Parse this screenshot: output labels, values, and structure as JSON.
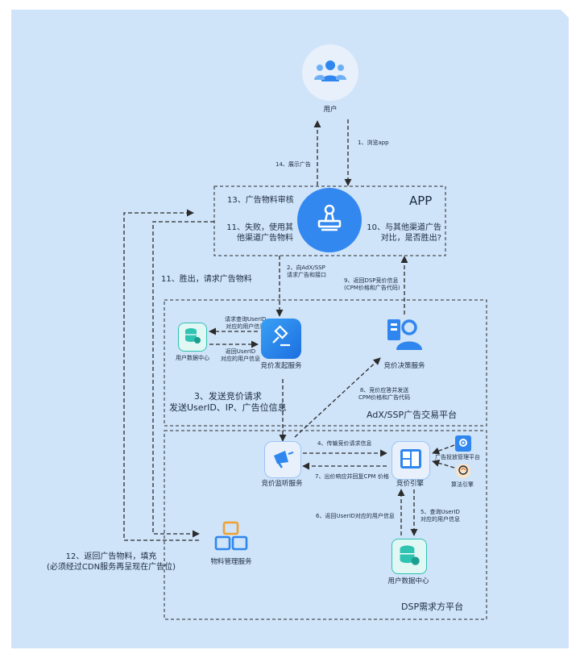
{
  "user": {
    "label": "用户"
  },
  "app": {
    "title": "APP",
    "audit": "13、广告物料审核",
    "fail_line1": "11、失败，使用其",
    "fail_line2": "他渠道广告物料",
    "compare_line1": "10、与其他渠道广告",
    "compare_line2": "对比，是否胜出?"
  },
  "arrows": {
    "browse": "1、浏览app",
    "display": "14、展示广告",
    "request_line1": "2、向AdX/SSP",
    "request_line2": "请求广告和接口",
    "return_dsp_line1": "9、返回DSP竞价信息",
    "return_dsp_line2": "(CPM价格和广告代码)",
    "win": "11、胜出，请求广告物料",
    "query_user_line1": "请求查询UserID",
    "query_user_line2": "对应的用户信息",
    "return_user_line1": "返回UserID",
    "return_user_line2": "对应的用户信息",
    "send_bid_line1": "3、发送竞价请求",
    "send_bid_line2": "发送UserID、IP、广告位信息",
    "bid_reply_line1": "8、竞价应答并发送",
    "bid_reply_line2": "CPM价格和广告代码",
    "transmit": "4、传输竞价请求信息",
    "respond": "7、出价响应并回复CPM 价格",
    "return_user6": "6、返回UserID对应的用户信息",
    "query5_line1": "5、查询UserID",
    "query5_line2": "对应的用户信息",
    "return_material_line1": "12、返回广告物料，填充",
    "return_material_line2": "(必须经过CDN服务再呈现在广告位)"
  },
  "adx": {
    "title": "AdX/SSP广告交易平台",
    "user_data_center": "用户数据中心",
    "bid_initiate": "竞价发起服务",
    "bid_decision": "竞价决策服务"
  },
  "dsp": {
    "title": "DSP需求方平台",
    "bid_listen": "竞价监听服务",
    "bid_engine": "竞价引擎",
    "ad_mgmt": "广告投放管理平台",
    "algo": "算法引擎",
    "user_data_center": "用户数据中心",
    "material": "物料管理服务"
  },
  "colors": {
    "background": "#cfe3f9",
    "accent": "#2f86ee",
    "teal": "#2fc3b1",
    "line": "#2b2b2b"
  },
  "icons": {
    "user": "users-icon",
    "app": "stamp-icon",
    "bid_initiate": "gavel-icon",
    "bid_decision": "id-card-icon",
    "bid_listen": "megaphone-icon",
    "bid_engine": "window-grid-icon",
    "ad_mgmt": "gear-icon",
    "algo": "brain-head-icon",
    "user_data": "database-wrench-icon",
    "material": "boxes-icon"
  }
}
